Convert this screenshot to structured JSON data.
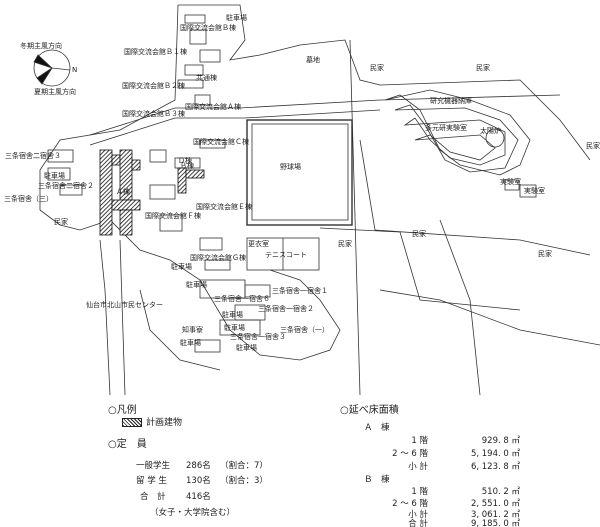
{
  "wind": {
    "winter": "冬期主風方向",
    "summer": "夏期主風方向",
    "north": "N"
  },
  "labels": [
    {
      "id": "parking-top",
      "text": "駐車場"
    },
    {
      "id": "kokusai-b1-top",
      "text": "国際交流会館Ｂ棟"
    },
    {
      "id": "kokusai-b1",
      "text": "国際交流会館Ｂ１棟"
    },
    {
      "id": "kyotsu",
      "text": "共通棟"
    },
    {
      "id": "kokusai-b2",
      "text": "国際交流会館Ｂ２棟"
    },
    {
      "id": "kokusai-b3",
      "text": "国際交流会館Ｂ３棟"
    },
    {
      "id": "kokusai-a",
      "text": "国際交流会館Ａ棟"
    },
    {
      "id": "kokusai-c",
      "text": "国際交流会館Ｃ棟"
    },
    {
      "id": "kokusai-d",
      "text": "Ｄ棟"
    },
    {
      "id": "kokusai-e",
      "text": "国際交流会館Ｅ棟"
    },
    {
      "id": "kokusai-f",
      "text": "国際交流会館Ｆ棟"
    },
    {
      "id": "kokusai-g",
      "text": "国際交流会館Ｇ棟"
    },
    {
      "id": "bochi",
      "text": "墓地"
    },
    {
      "id": "minka-1",
      "text": "民家"
    },
    {
      "id": "minka-2",
      "text": "民家"
    },
    {
      "id": "kenkyu",
      "text": "研究機器納庫"
    },
    {
      "id": "tamoku",
      "text": "多元研実験室"
    },
    {
      "id": "taiyoro",
      "text": "太陽炉"
    },
    {
      "id": "minka-3",
      "text": "民家"
    },
    {
      "id": "jikken-1",
      "text": "実験室"
    },
    {
      "id": "jikken-2",
      "text": "実験室"
    },
    {
      "id": "sanjo-2a",
      "text": "三条宿舎二宿舎３"
    },
    {
      "id": "parking-l",
      "text": "駐車場"
    },
    {
      "id": "sanjo-2b",
      "text": "三条宿舎二宿舎２"
    },
    {
      "id": "a-to",
      "text": "Ａ棟"
    },
    {
      "id": "sanjo-3",
      "text": "三条宿舎（三）"
    },
    {
      "id": "minka-l",
      "text": "民家"
    },
    {
      "id": "b-to",
      "text": "Ｂ棟"
    },
    {
      "id": "yakyu",
      "text": "野球場"
    },
    {
      "id": "minka-4",
      "text": "民家"
    },
    {
      "id": "minka-5",
      "text": "民家"
    },
    {
      "id": "minka-6",
      "text": "民家"
    },
    {
      "id": "koui",
      "text": "更衣室"
    },
    {
      "id": "tennis",
      "text": "テニスコート"
    },
    {
      "id": "parking-m1",
      "text": "駐車場"
    },
    {
      "id": "parking-m2",
      "text": "駐車場"
    },
    {
      "id": "sanjo-1a",
      "text": "三条宿舎一宿舎１"
    },
    {
      "id": "sanjo-1b",
      "text": "三条宿舎一宿舎６"
    },
    {
      "id": "sanjo-1c",
      "text": "三条宿舎一宿舎２"
    },
    {
      "id": "center",
      "text": "仙台市北山市民センター"
    },
    {
      "id": "chiji",
      "text": "知事寮"
    },
    {
      "id": "parking-b1",
      "text": "駐車場"
    },
    {
      "id": "parking-b2",
      "text": "駐車場"
    },
    {
      "id": "parking-b3",
      "text": "駐車場"
    },
    {
      "id": "sanjo-1d",
      "text": "三条宿舎一宿舎３"
    },
    {
      "id": "sanjo-ichi",
      "text": "三条宿舎（一）"
    },
    {
      "id": "parking-b4",
      "text": "駐車場"
    }
  ],
  "legend": {
    "title": "○凡例",
    "item": "計画建物"
  },
  "capacity": {
    "title": "○定　員",
    "rows": [
      {
        "label": "一般学生",
        "count": "286名",
        "ratio": "（割合：7）"
      },
      {
        "label": "留 学 生",
        "count": "130名",
        "ratio": "（割合：3）"
      },
      {
        "label": "合　計",
        "count": "416名",
        "ratio": ""
      }
    ],
    "note": "（女子・大学院含む）"
  },
  "floor_area": {
    "title": "○延べ床面積",
    "a_head": "Ａ　棟",
    "a_rows": [
      {
        "label": "1 階",
        "value": "929. 8 ㎡"
      },
      {
        "label": "2 ～ 6 階",
        "value": "5, 194. 0 ㎡"
      },
      {
        "label": "小 計",
        "value": "6, 123. 8 ㎡"
      }
    ],
    "b_head": "Ｂ　棟",
    "b_rows": [
      {
        "label": "1 階",
        "value": "510. 2 ㎡"
      },
      {
        "label": "2 ～ 6 階",
        "value": "2, 551. 0 ㎡"
      },
      {
        "label": "小 計",
        "value": "3, 061. 2 ㎡"
      },
      {
        "label": "合 計",
        "value": "9, 185. 0 ㎡"
      }
    ]
  }
}
